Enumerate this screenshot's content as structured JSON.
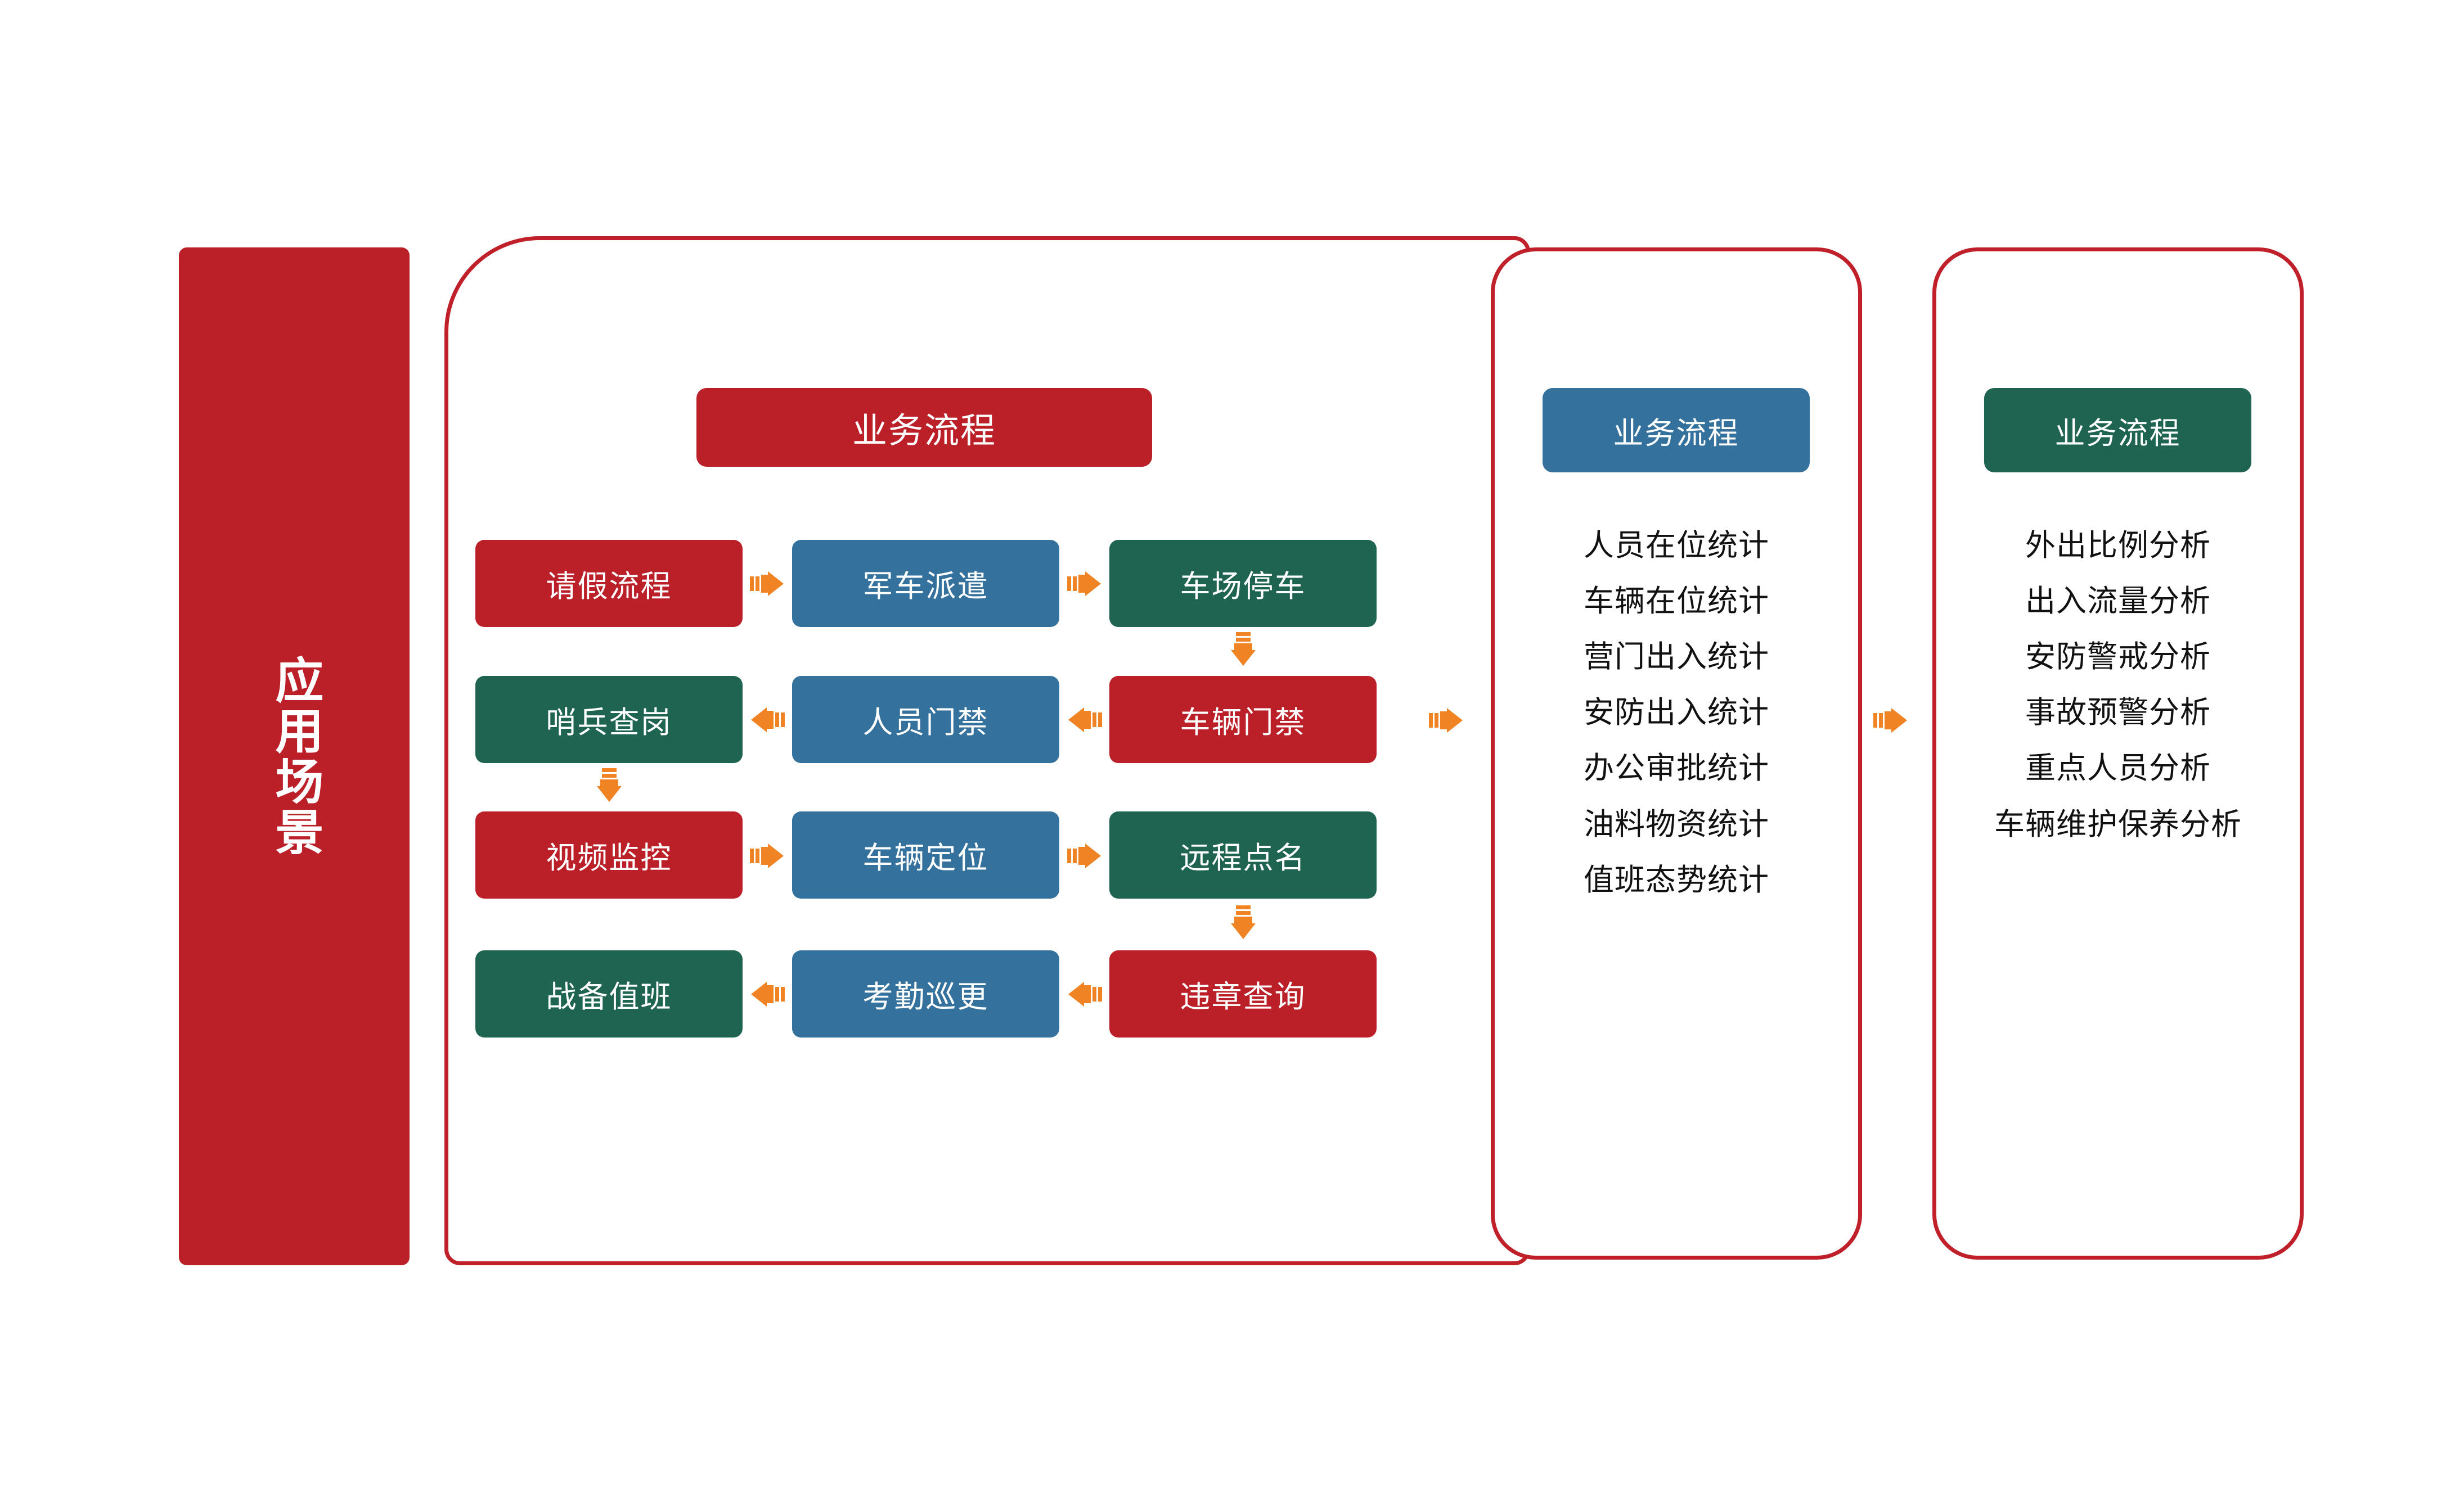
{
  "banner": {
    "label": "应用场景"
  },
  "colors": {
    "red": "#bb1f28",
    "blue": "#34719d",
    "green": "#1e6450",
    "arrow_orange": "#f08323",
    "panel_border": "#c0202a",
    "background": "#ffffff",
    "text_light": "#ffffff",
    "text_dark": "#111111"
  },
  "main_panel": {
    "header": {
      "label": "业务流程",
      "color": "red"
    },
    "nodes": [
      {
        "label": "请假流程",
        "color": "red",
        "row": 1,
        "col": 1
      },
      {
        "label": "军车派遣",
        "color": "blue",
        "row": 1,
        "col": 2
      },
      {
        "label": "车场停车",
        "color": "green",
        "row": 1,
        "col": 3
      },
      {
        "label": "哨兵查岗",
        "color": "green",
        "row": 2,
        "col": 1
      },
      {
        "label": "人员门禁",
        "color": "blue",
        "row": 2,
        "col": 2
      },
      {
        "label": "车辆门禁",
        "color": "red",
        "row": 2,
        "col": 3
      },
      {
        "label": "视频监控",
        "color": "red",
        "row": 3,
        "col": 1
      },
      {
        "label": "车辆定位",
        "color": "blue",
        "row": 3,
        "col": 2
      },
      {
        "label": "远程点名",
        "color": "green",
        "row": 3,
        "col": 3
      },
      {
        "label": "战备值班",
        "color": "green",
        "row": 4,
        "col": 1
      },
      {
        "label": "考勤巡更",
        "color": "blue",
        "row": 4,
        "col": 2
      },
      {
        "label": "违章查询",
        "color": "red",
        "row": 4,
        "col": 3
      }
    ],
    "arrows": [
      {
        "name": "arrow-right-leave-to-dispatch",
        "direction": "right"
      },
      {
        "name": "arrow-right-dispatch-to-parking",
        "direction": "right"
      },
      {
        "name": "arrow-down-parking-to-vehicle-gate",
        "direction": "down"
      },
      {
        "name": "arrow-left-vehicle-gate-to-person-gate",
        "direction": "left"
      },
      {
        "name": "arrow-left-person-gate-to-sentry",
        "direction": "left"
      },
      {
        "name": "arrow-down-sentry-to-video",
        "direction": "down"
      },
      {
        "name": "arrow-right-video-to-locate",
        "direction": "right"
      },
      {
        "name": "arrow-right-locate-to-rollcall",
        "direction": "right"
      },
      {
        "name": "arrow-down-rollcall-to-violation",
        "direction": "down"
      },
      {
        "name": "arrow-left-violation-to-attendance",
        "direction": "left"
      },
      {
        "name": "arrow-left-attendance-to-duty",
        "direction": "left"
      }
    ]
  },
  "mid_panel": {
    "header": {
      "label": "业务流程",
      "color": "blue"
    },
    "items": [
      "人员在位统计",
      "车辆在位统计",
      "营门出入统计",
      "安防出入统计",
      "办公审批统计",
      "油料物资统计",
      "值班态势统计"
    ]
  },
  "right_panel": {
    "header": {
      "label": "业务流程",
      "color": "green"
    },
    "items": [
      "外出比例分析",
      "出入流量分析",
      "安防警戒分析",
      "事故预警分析",
      "重点人员分析",
      "车辆维护保养分析"
    ]
  },
  "panel_arrows": [
    {
      "name": "arrow-main-to-mid",
      "direction": "right"
    },
    {
      "name": "arrow-mid-to-right",
      "direction": "right"
    }
  ]
}
